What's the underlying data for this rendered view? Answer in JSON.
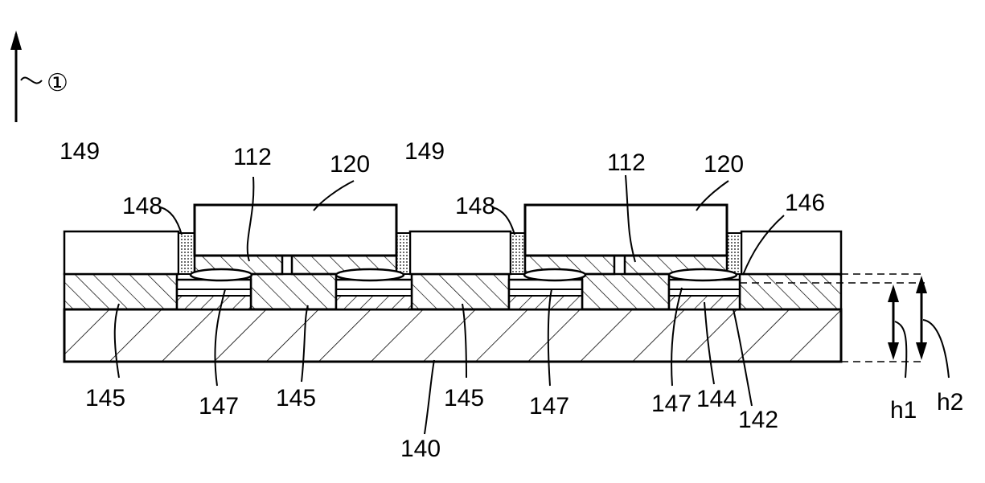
{
  "diagram": {
    "direction_marker": "①",
    "labels": {
      "l149a": "149",
      "l112a": "112",
      "l120a": "120",
      "l149b": "149",
      "l112b": "112",
      "l120b": "120",
      "l148a": "148",
      "l148b": "148",
      "l146": "146",
      "l145a": "145",
      "l147a": "147",
      "l145b": "145",
      "l145c": "145",
      "l147b": "147",
      "l147c": "147",
      "l144": "144",
      "l142": "142",
      "l140": "140",
      "lh1": "h1",
      "lh2": "h2"
    }
  }
}
